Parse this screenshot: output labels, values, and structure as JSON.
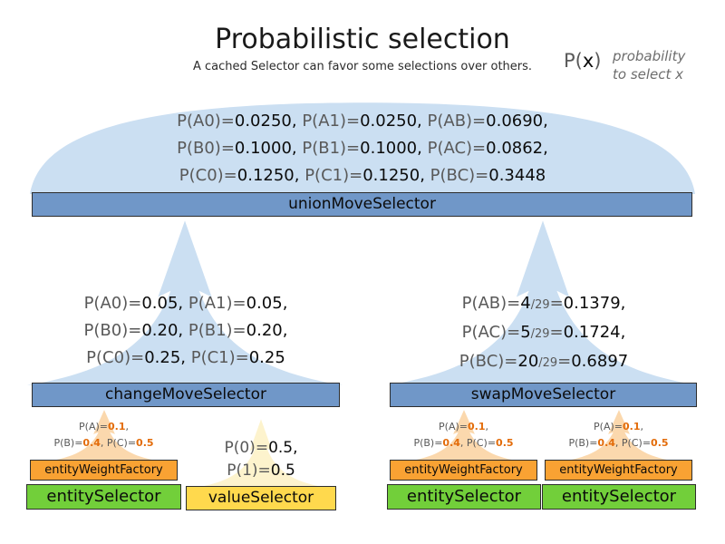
{
  "header": {
    "title": "Probabilistic selection",
    "subtitle": "A cached Selector can favor some selections over others.",
    "legend": {
      "symbol_segments": [
        {
          "t": "P(",
          "s": "lbl"
        },
        {
          "t": "x",
          "s": "val"
        },
        {
          "t": ")",
          "s": "lbl"
        }
      ],
      "note_line1": "probability",
      "note_line2": "to select x"
    }
  },
  "colors": {
    "dome_blue": "#cbdff2",
    "bar_blue": "#7097c8",
    "dome_orange": "#fbd8ad",
    "bar_orange": "#f9a233",
    "bar_green": "#72cf3a",
    "dome_yellow": "#fdf3cd",
    "bar_yellow": "#ffd94d",
    "value_emphasis_orange": "#e36c0a",
    "label_gray": "#595959"
  },
  "union_selector": {
    "bar_label": "unionMoveSelector",
    "lines": [
      [
        {
          "t": "P(A0)=",
          "s": "lbl"
        },
        {
          "t": "0.0250",
          "s": "val"
        },
        {
          "t": ", ",
          "s": "val"
        },
        {
          "t": "P(A1)=",
          "s": "lbl"
        },
        {
          "t": "0.0250",
          "s": "val"
        },
        {
          "t": ", ",
          "s": "val"
        },
        {
          "t": "P(AB)=",
          "s": "lbl"
        },
        {
          "t": "0.0690",
          "s": "val"
        },
        {
          "t": ",",
          "s": "val"
        }
      ],
      [
        {
          "t": "P(B0)=",
          "s": "lbl"
        },
        {
          "t": "0.1000",
          "s": "val"
        },
        {
          "t": ", ",
          "s": "val"
        },
        {
          "t": "P(B1)=",
          "s": "lbl"
        },
        {
          "t": "0.1000",
          "s": "val"
        },
        {
          "t": ", ",
          "s": "val"
        },
        {
          "t": "P(AC)=",
          "s": "lbl"
        },
        {
          "t": "0.0862",
          "s": "val"
        },
        {
          "t": ",",
          "s": "val"
        }
      ],
      [
        {
          "t": "P(C0)=",
          "s": "lbl"
        },
        {
          "t": "0.1250",
          "s": "val"
        },
        {
          "t": ", ",
          "s": "val"
        },
        {
          "t": "P(C1)=",
          "s": "lbl"
        },
        {
          "t": "0.1250",
          "s": "val"
        },
        {
          "t": ", ",
          "s": "val"
        },
        {
          "t": "P(BC)=",
          "s": "lbl"
        },
        {
          "t": "0.3448",
          "s": "val"
        }
      ]
    ]
  },
  "change_selector": {
    "bar_label": "changeMoveSelector",
    "lines": [
      [
        {
          "t": "P(A0)=",
          "s": "lbl"
        },
        {
          "t": "0.05",
          "s": "val"
        },
        {
          "t": ", ",
          "s": "val"
        },
        {
          "t": "P(A1)=",
          "s": "lbl"
        },
        {
          "t": "0.05",
          "s": "val"
        },
        {
          "t": ",",
          "s": "val"
        }
      ],
      [
        {
          "t": "P(B0)=",
          "s": "lbl"
        },
        {
          "t": "0.20",
          "s": "val"
        },
        {
          "t": ", ",
          "s": "val"
        },
        {
          "t": "P(B1)=",
          "s": "lbl"
        },
        {
          "t": "0.20",
          "s": "val"
        },
        {
          "t": ",",
          "s": "val"
        }
      ],
      [
        {
          "t": "P(C0)=",
          "s": "lbl"
        },
        {
          "t": "0.25",
          "s": "val"
        },
        {
          "t": ", ",
          "s": "val"
        },
        {
          "t": "P(C1)=",
          "s": "lbl"
        },
        {
          "t": "0.25",
          "s": "val"
        }
      ]
    ]
  },
  "swap_selector": {
    "bar_label": "swapMoveSelector",
    "lines": [
      [
        {
          "t": "P(AB)=",
          "s": "lbl"
        },
        {
          "t": "4",
          "s": "val"
        },
        {
          "t": "/29",
          "s": "frac"
        },
        {
          "t": "=",
          "s": "lbl"
        },
        {
          "t": "0.1379",
          "s": "val"
        },
        {
          "t": ",",
          "s": "val"
        }
      ],
      [
        {
          "t": "P(AC)=",
          "s": "lbl"
        },
        {
          "t": "5",
          "s": "val"
        },
        {
          "t": "/29",
          "s": "frac"
        },
        {
          "t": "=",
          "s": "lbl"
        },
        {
          "t": "0.1724",
          "s": "val"
        },
        {
          "t": ",",
          "s": "val"
        }
      ],
      [
        {
          "t": "P(BC)=",
          "s": "lbl"
        },
        {
          "t": "20",
          "s": "val"
        },
        {
          "t": "/29",
          "s": "frac"
        },
        {
          "t": "=",
          "s": "lbl"
        },
        {
          "t": "0.6897",
          "s": "val"
        }
      ]
    ]
  },
  "entity_branch": {
    "dist_lines": [
      [
        {
          "t": "P(A)=",
          "s": "lbl"
        },
        {
          "t": "0.1",
          "s": "em"
        },
        {
          "t": ",",
          "s": "lbl"
        }
      ],
      [
        {
          "t": "P(B)=",
          "s": "lbl"
        },
        {
          "t": "0.4",
          "s": "em"
        },
        {
          "t": ", ",
          "s": "lbl"
        },
        {
          "t": "P(C)=",
          "s": "lbl"
        },
        {
          "t": "0.5",
          "s": "em"
        }
      ]
    ],
    "weight_label": "entityWeightFactory",
    "selector_label": "entitySelector"
  },
  "value_branch": {
    "dist_lines": [
      [
        {
          "t": "P(0)=",
          "s": "lbl"
        },
        {
          "t": "0.5",
          "s": "val"
        },
        {
          "t": ",",
          "s": "val"
        }
      ],
      [
        {
          "t": "P(1)=",
          "s": "lbl"
        },
        {
          "t": "0.5",
          "s": "val"
        }
      ]
    ],
    "selector_label": "valueSelector"
  }
}
